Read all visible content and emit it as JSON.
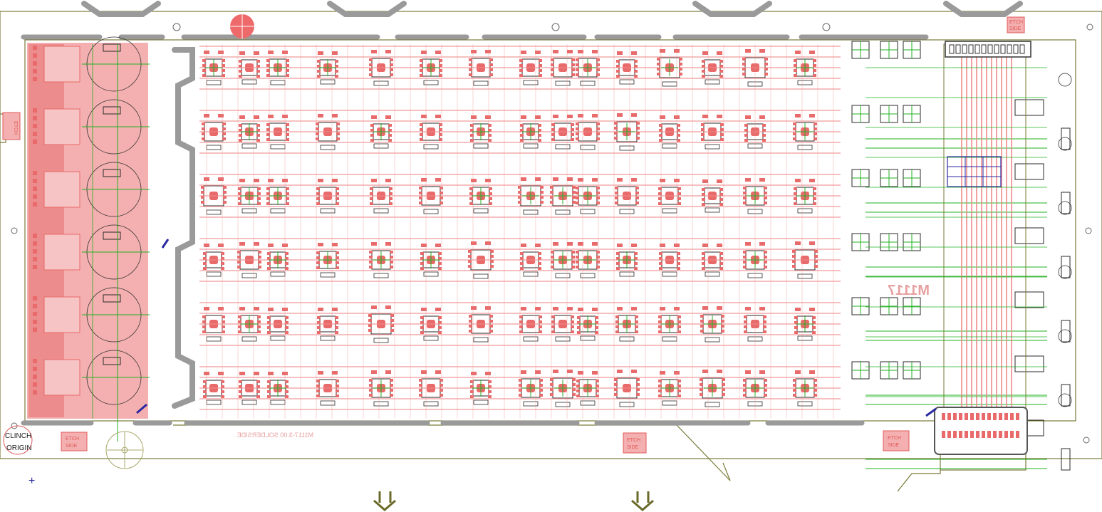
{
  "board": {
    "solderside_label": "M1117-3.00 SOLDERSIDE",
    "board_id_label": "M1117",
    "origin_label_line1": "CLINCH",
    "origin_label_line2": "ORIGIN",
    "etch_label_line1": "ETCH",
    "etch_label_line2": "SIDE",
    "origin_marker": "+"
  },
  "colors": {
    "background": "#ffffff",
    "outline": "#7a7a3a",
    "copper": "#f08a8a",
    "pad": "#e86a6a",
    "silkscreen": "#2a2a2a",
    "keepout": "#9a9a9a",
    "crosshair": "#22b022",
    "via_blue": "#2a2aa0",
    "marker_red": "#ee6a6a"
  },
  "icons": {
    "down_arrows": "double-down-arrow-icon",
    "origin": "plus-icon"
  }
}
